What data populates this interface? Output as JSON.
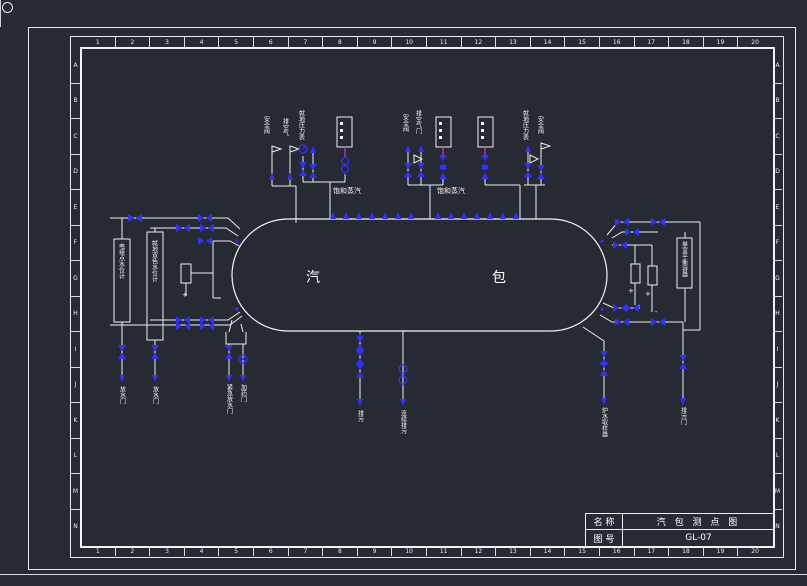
{
  "window": {
    "background": "#262b33",
    "line_color": "#f2f2f2",
    "valve_color": "#3030ff",
    "leader_color": "#c030c0"
  },
  "border": {
    "top_numbers": [
      "1",
      "2",
      "3",
      "4",
      "5",
      "6",
      "7",
      "8",
      "9",
      "10",
      "11",
      "12",
      "13",
      "14",
      "15",
      "16",
      "17",
      "18",
      "19",
      "20"
    ],
    "bottom_numbers": [
      "1",
      "2",
      "3",
      "4",
      "5",
      "6",
      "7",
      "8",
      "9",
      "10",
      "11",
      "12",
      "13",
      "14",
      "15",
      "16",
      "17",
      "18",
      "19",
      "20"
    ],
    "left_letters": [
      "A",
      "B",
      "C",
      "D",
      "E",
      "F",
      "G",
      "H",
      "I",
      "J",
      "K",
      "L",
      "M",
      "N"
    ],
    "right_letters": [
      "A",
      "B",
      "C",
      "D",
      "E",
      "F",
      "G",
      "H",
      "I",
      "J",
      "K",
      "L",
      "M",
      "N"
    ]
  },
  "title_block": {
    "name_label": "名 称",
    "name_value": "汽 包 测 点 图",
    "number_label": "图 号",
    "number_value": "GL-07"
  },
  "drum": {
    "left_char": "汽",
    "right_char": "包"
  },
  "steam_labels": {
    "left": "饱和蒸汽",
    "right": "饱和蒸汽"
  },
  "top_labels": {
    "safety_valve_1": "安全阀",
    "air_vent_1": "排空气",
    "local_gauge_1": "就地压力表",
    "safety_valve_2": "安全阀",
    "air_vent_2": "排空气门",
    "local_gauge_2": "就地压力表",
    "safety_valve_3": "安全阀"
  },
  "instruments": {
    "level_gauge_electric": "电接点水位计",
    "level_gauge_bicolor": "就地双色水位计",
    "balance_vessel": "单室平衡容器"
  },
  "bottom_labels": {
    "drain_1": "放水门",
    "drain_2": "放水门",
    "emergency_drain": "紧急放水门",
    "dosing": "加药门",
    "blowdown": "排污",
    "continuous_blowdown": "连续排污",
    "water_sampling": "炉水取样器",
    "drain_3": "排污门"
  },
  "marks": {
    "plus": "+",
    "minus": "-"
  }
}
